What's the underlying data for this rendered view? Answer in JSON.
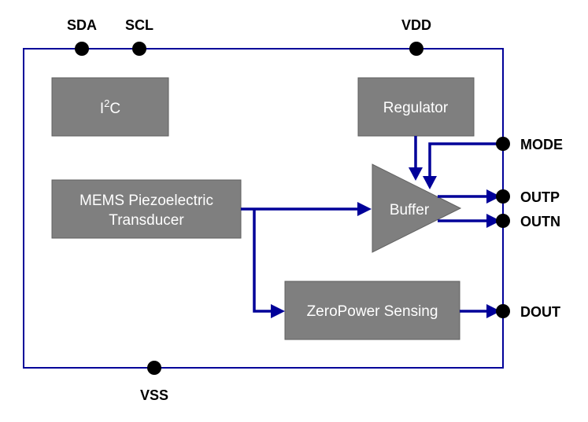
{
  "colors": {
    "wire": "#000099",
    "block": "#7f7f7f",
    "block_text": "#ffffff",
    "pin": "#000000"
  },
  "blocks": {
    "i2c": {
      "main": "I",
      "sup": "2",
      "tail": "C"
    },
    "regulator": "Regulator",
    "mems": {
      "line1": "MEMS Piezoelectric",
      "line2": "Transducer"
    },
    "buffer": "Buffer",
    "zeropower": "ZeroPower Sensing"
  },
  "pins": {
    "sda": "SDA",
    "scl": "SCL",
    "vdd": "VDD",
    "mode": "MODE",
    "outp": "OUTP",
    "outn": "OUTN",
    "dout": "DOUT",
    "vss": "VSS"
  }
}
